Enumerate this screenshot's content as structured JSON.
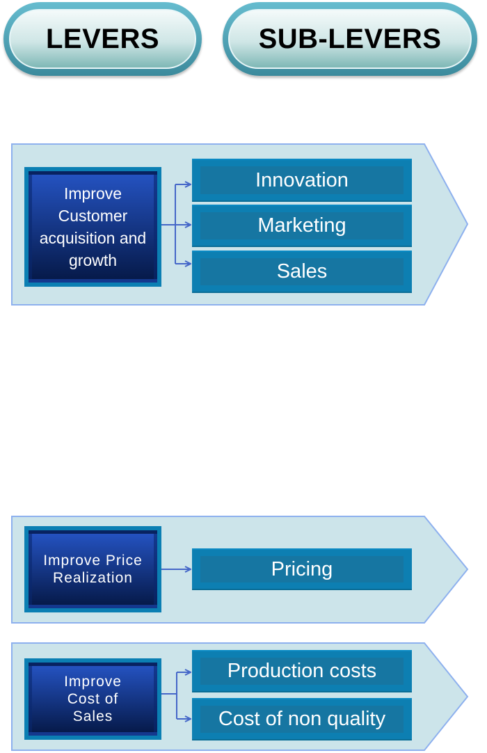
{
  "headers": {
    "levers": "LEVERS",
    "sub_levers": "SUB-LEVERS"
  },
  "groups": [
    {
      "lever": "Improve Customer acquisition and growth",
      "sub_levers": [
        "Innovation",
        "Marketing",
        "Sales"
      ]
    },
    {
      "lever": "Improve Price Realization",
      "sub_levers": [
        "Pricing"
      ]
    },
    {
      "lever": "Improve Cost of Sales",
      "sub_levers": [
        "Production costs",
        "Cost of non quality"
      ]
    }
  ],
  "colors": {
    "panel": "#cce4ea",
    "panel_border": "#8db0ee",
    "connector": "#4466c8",
    "sub_lever": "#0d7fb2",
    "lever": "#1a3f9e"
  }
}
